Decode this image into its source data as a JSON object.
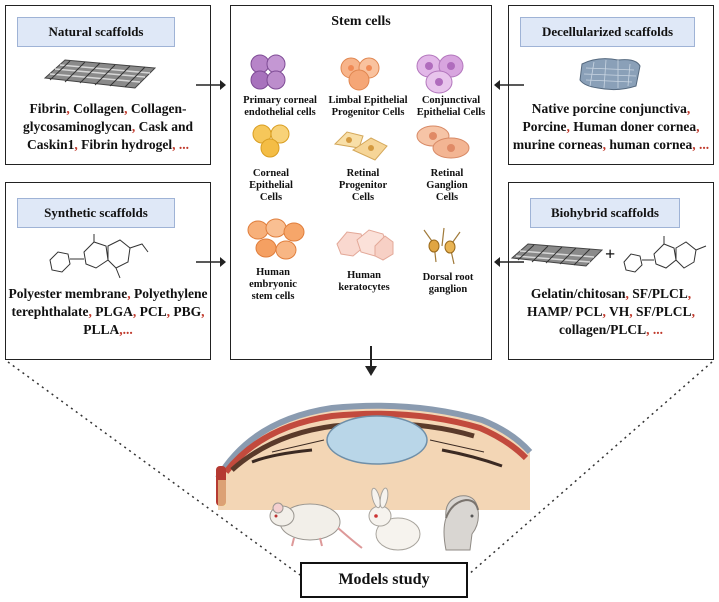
{
  "natural": {
    "title": "Natural scaffolds",
    "line1": "Fibrin, Collagen, Collagen-",
    "line2": "glycosaminoglycan, Cask and",
    "line3": "Caskin1, Fibrin hydrogel, ..."
  },
  "synthetic": {
    "title": "Synthetic scaffolds",
    "line1": "Polyester membrane, Polyethylene",
    "line2": "terephthalate, PLGA, PCL, PBG,",
    "line3": "PLLA,..."
  },
  "decellularized": {
    "title": "Decellularized scaffolds",
    "line1": "Native porcine conjunctiva,",
    "line2": "Porcine, Human doner cornea,",
    "line3": "murine corneas, human cornea, ..."
  },
  "biohybrid": {
    "title": "Biohybrid scaffolds",
    "plus": "+",
    "line1": "Gelatin/chitosan, SF/PLCL,",
    "line2": "HAMP/ PCL, VH, SF/PLCL,",
    "line3": "collagen/PLCL, ..."
  },
  "stem": {
    "title": "Stem cells",
    "cells": [
      {
        "l1": "Primary corneal",
        "l2": "endothelial cells",
        "l3": ""
      },
      {
        "l1": "Limbal Epithelial",
        "l2": "Progenitor Cells",
        "l3": ""
      },
      {
        "l1": "Conjunctival",
        "l2": "Epithelial Cells",
        "l3": ""
      },
      {
        "l1": "Corneal",
        "l2": "Epithelial",
        "l3": "Cells"
      },
      {
        "l1": "Retinal",
        "l2": "Progenitor",
        "l3": "Cells"
      },
      {
        "l1": "Retinal",
        "l2": "Ganglion",
        "l3": "Cells"
      },
      {
        "l1": "Human",
        "l2": "embryonic",
        "l3": "stem cells"
      },
      {
        "l1": "Human",
        "l2": "keratocytes",
        "l3": ""
      },
      {
        "l1": "Dorsal root",
        "l2": "ganglion",
        "l3": ""
      }
    ]
  },
  "models": {
    "label": "Models study"
  },
  "colors": {
    "title_fill": "#dfe8f7",
    "red_text": "#c0392b",
    "border": "#222222"
  }
}
